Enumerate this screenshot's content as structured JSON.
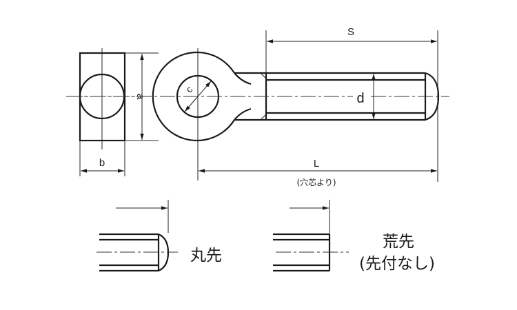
{
  "drawing": {
    "title": "Eye bolt dimension drawing",
    "dimension_labels": {
      "a": "a",
      "b": "b",
      "c": "c",
      "d": "d",
      "s": "S",
      "l": "L"
    },
    "l_note": "(穴芯より)",
    "variants": [
      {
        "name": "round-tip",
        "label": "丸先"
      },
      {
        "name": "flat-tip",
        "label": "荒先",
        "sublabel": "(先付なし)"
      }
    ]
  }
}
